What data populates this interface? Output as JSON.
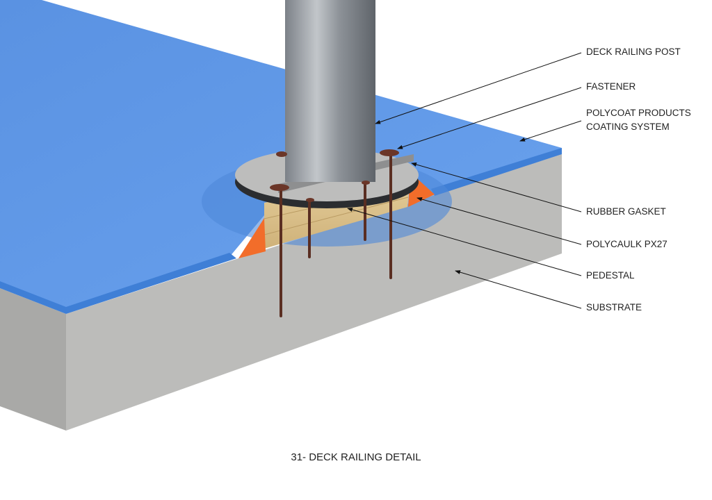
{
  "labels": {
    "post": "DECK RAILING POST",
    "fastener": "FASTENER",
    "coating_line1": "POLYCOAT PRODUCTS",
    "coating_line2": "COATING SYSTEM",
    "gasket": "RUBBER GASKET",
    "caulk": "POLYCAULK PX27",
    "pedestal": "PEDESTAL",
    "substrate": "SUBSTRATE"
  },
  "caption": "31- DECK RAILING DETAIL",
  "colors": {
    "coating": "#5d96e4",
    "concrete": "#b4b4b2",
    "caulk": "#f26d2a",
    "wood": "#d9c08c",
    "steel": "#9aa0a6"
  }
}
